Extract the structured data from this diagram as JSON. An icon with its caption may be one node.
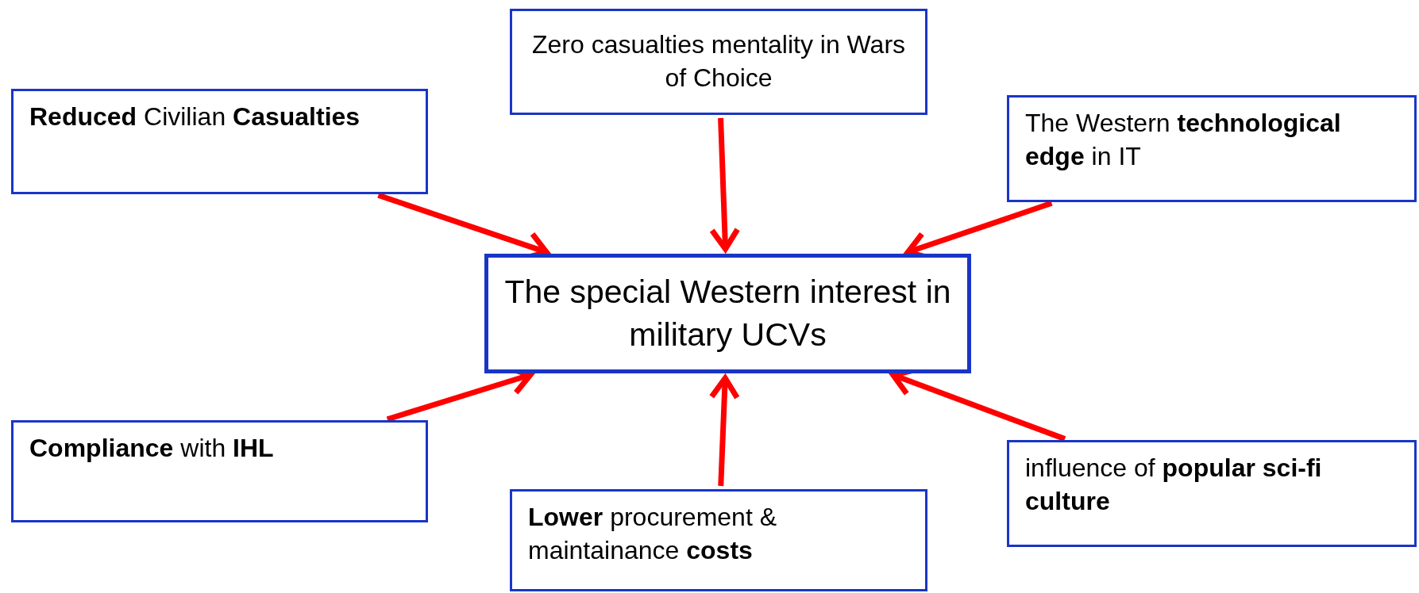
{
  "diagram": {
    "nodes": [
      {
        "text": [
          "Zero casualties mentality in Wars of Choice"
        ]
      },
      {
        "text": [
          "**Reduced** Civilian **Casualties**"
        ]
      },
      {
        "text": [
          "The Western **technological edge** in IT"
        ]
      },
      {
        "text": [
          "The special Western interest in military UCVs"
        ]
      },
      {
        "text": [
          "**Compliance** with **IHL**"
        ]
      },
      {
        "text": [
          "**Lower** procurement & maintainance **costs**"
        ]
      },
      {
        "text": [
          "influence of **popular sci-fi culture**"
        ]
      }
    ],
    "edges": [
      {
        "from": 0,
        "to": 3,
        "arrow": "to"
      },
      {
        "from": 1,
        "to": 3,
        "arrow": "to"
      },
      {
        "from": 2,
        "to": 3,
        "arrow": "to"
      },
      {
        "from": 4,
        "to": 3,
        "arrow": "to"
      },
      {
        "from": 5,
        "to": 3,
        "arrow": "to"
      },
      {
        "from": 6,
        "to": 3,
        "arrow": "to"
      }
    ]
  }
}
